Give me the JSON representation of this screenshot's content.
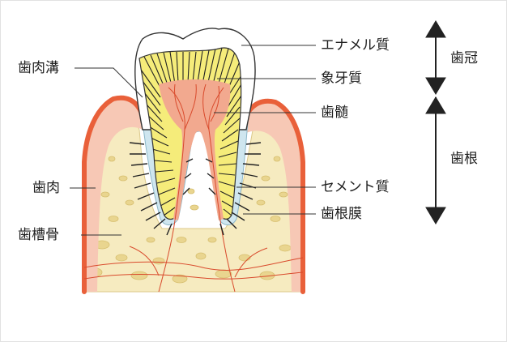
{
  "labels": {
    "gingival_sulcus": "歯肉溝",
    "gum": "歯肉",
    "alveolar_bone": "歯槽骨",
    "enamel": "エナメル質",
    "dentin": "象牙質",
    "pulp": "歯髄",
    "cementum": "セメント質",
    "periodontal_ligament": "歯根膜",
    "crown": "歯冠",
    "root": "歯根"
  },
  "colors": {
    "enamel": "#ffffff",
    "dentin": "#f5ec7a",
    "pulp": "#f2a98f",
    "gum": "#f7c8b5",
    "gum_edge": "#e9603a",
    "bone": "#f6ebc0",
    "ligament": "#cfe6ef",
    "nerve": "#d94a2c",
    "outline": "#333333"
  }
}
